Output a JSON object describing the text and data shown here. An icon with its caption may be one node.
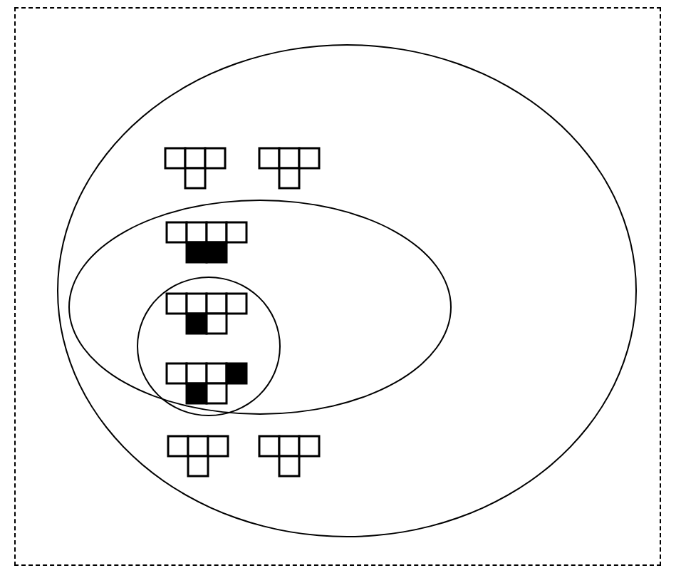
{
  "diagram": {
    "nodes": [
      {
        "text": [],
        "shape": "ellipse"
      },
      {
        "text": [],
        "shape": "picture",
        "in": 0
      },
      {
        "text": [],
        "shape": "picture",
        "in": 0
      },
      {
        "text": [],
        "shape": "ellipse",
        "in": 0
      },
      {
        "text": [],
        "shape": "picture",
        "in": 3
      },
      {
        "text": [],
        "shape": "circle",
        "in": 3
      },
      {
        "text": [],
        "shape": "picture",
        "in": 5
      },
      {
        "text": [],
        "shape": "picture",
        "in": 5
      },
      {
        "text": [],
        "shape": "picture",
        "in": 0
      },
      {
        "text": [],
        "shape": "picture",
        "in": 0
      }
    ]
  }
}
